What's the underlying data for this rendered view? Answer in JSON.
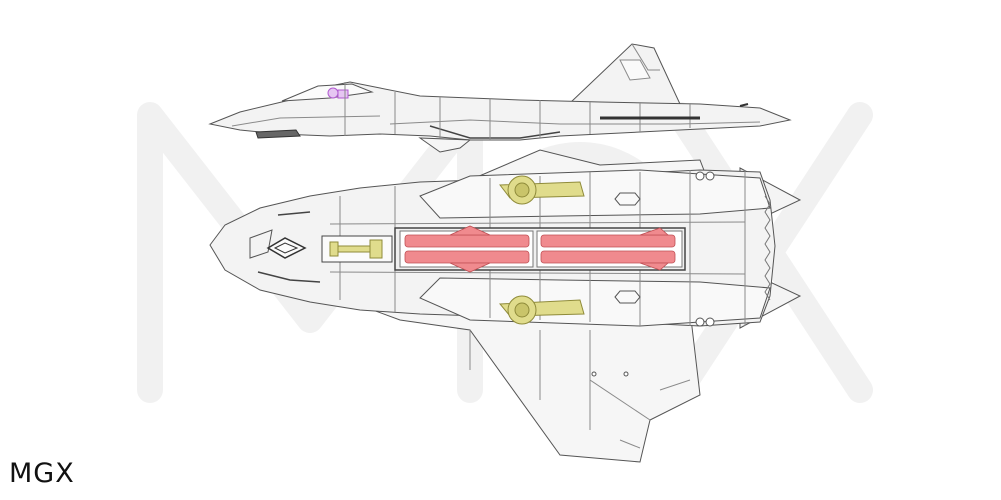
{
  "logo": {
    "text": "MGX"
  },
  "watermark": {
    "text": "MGX"
  },
  "colors": {
    "background": "#ffffff",
    "airframe": "#f2f2f2",
    "panel_line": "#8a8a8a",
    "outline": "#555555",
    "weapons": "#f08a8e",
    "landing_gear": "#e0dc8c",
    "canopy_accent": "#b05ad0",
    "watermark": "#f3f3f3"
  },
  "views": [
    "side-profile",
    "underside-plan"
  ],
  "weapons_bay": {
    "missile_rows": 2,
    "missiles_per_row": 2
  }
}
